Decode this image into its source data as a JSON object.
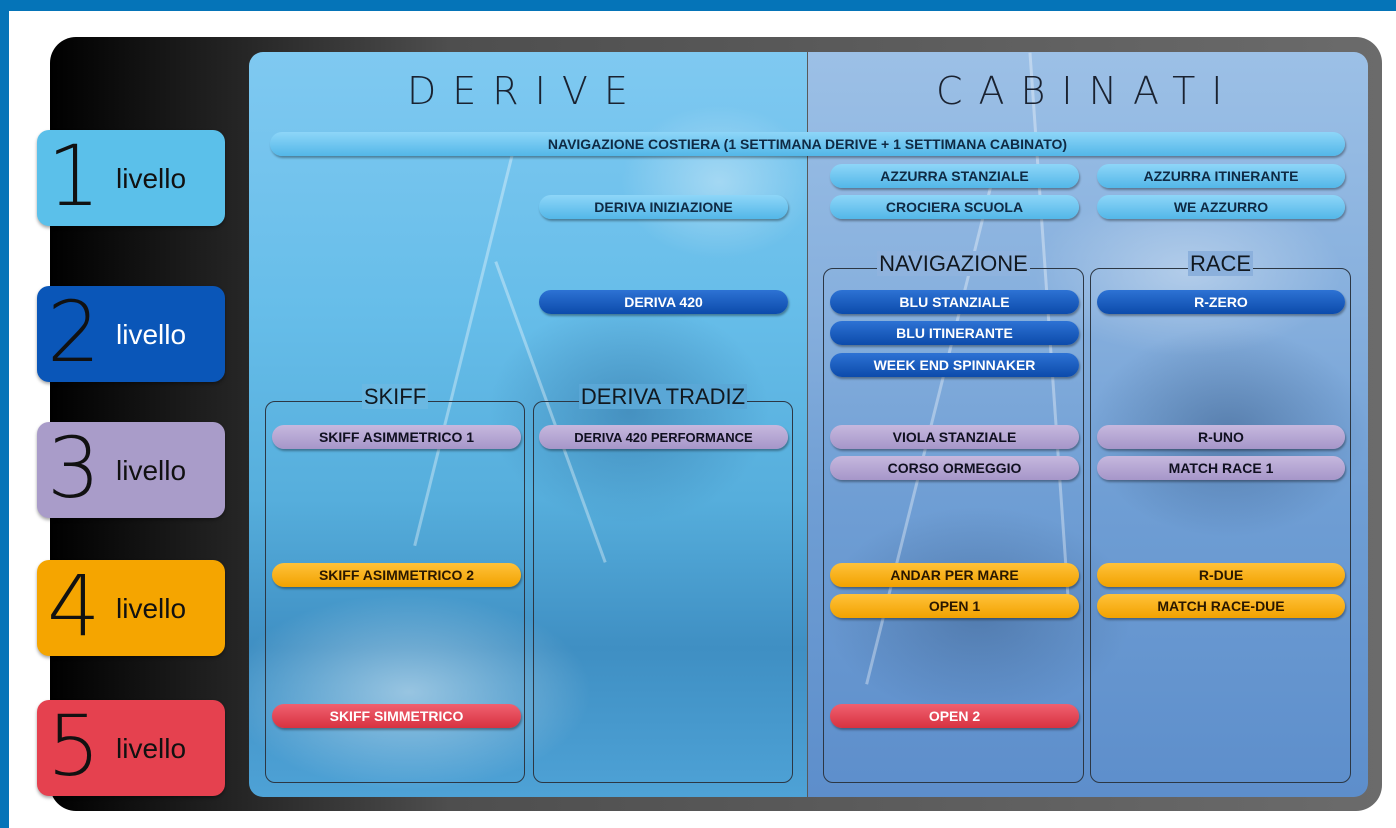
{
  "columns": {
    "derive": "DERIVE",
    "cabinati": "CABINATI"
  },
  "levels": [
    {
      "number": "1",
      "word": "livello",
      "color": "#5bc0ea"
    },
    {
      "number": "2",
      "word": "livello",
      "color": "#0a56b8"
    },
    {
      "number": "3",
      "word": "livello",
      "color": "#a99cc9"
    },
    {
      "number": "4",
      "word": "livello",
      "color": "#f5a500"
    },
    {
      "number": "5",
      "word": "livello",
      "color": "#e5414f"
    }
  ],
  "groups": {
    "skiff": "SKIFF",
    "deriva_tradiz": "DERIVA TRADIZ",
    "navigazione": "NAVIGAZIONE",
    "race": "RACE"
  },
  "courses": {
    "navigazione_costiera": "NAVIGAZIONE COSTIERA (1 SETTIMANA DERIVE + 1 SETTIMANA CABINATO)",
    "azzurra_stanziale": "AZZURRA STANZIALE",
    "azzurra_itinerante": "AZZURRA ITINERANTE",
    "deriva_iniziazione": "DERIVA INIZIAZIONE",
    "crociera_scuola": "CROCIERA SCUOLA",
    "we_azzurro": "WE AZZURRO",
    "deriva_420": "DERIVA 420",
    "blu_stanziale": "BLU STANZIALE",
    "r_zero": "R-ZERO",
    "blu_itinerante": "BLU ITINERANTE",
    "week_end_spinnaker": "WEEK END SPINNAKER",
    "skiff_asimmetrico_1": "SKIFF ASIMMETRICO 1",
    "deriva_420_performance": "DERIVA 420 PERFORMANCE",
    "viola_stanziale": "VIOLA STANZIALE",
    "r_uno": "R-UNO",
    "corso_ormeggio": "CORSO ORMEGGIO",
    "match_race_1": "MATCH RACE 1",
    "skiff_asimmetrico_2": "SKIFF ASIMMETRICO 2",
    "andar_per_mare": "ANDAR PER MARE",
    "r_due": "R-DUE",
    "open_1": "OPEN 1",
    "match_race_due": "MATCH RACE-DUE",
    "skiff_simmetrico": "SKIFF SIMMETRICO",
    "open_2": "OPEN 2"
  }
}
